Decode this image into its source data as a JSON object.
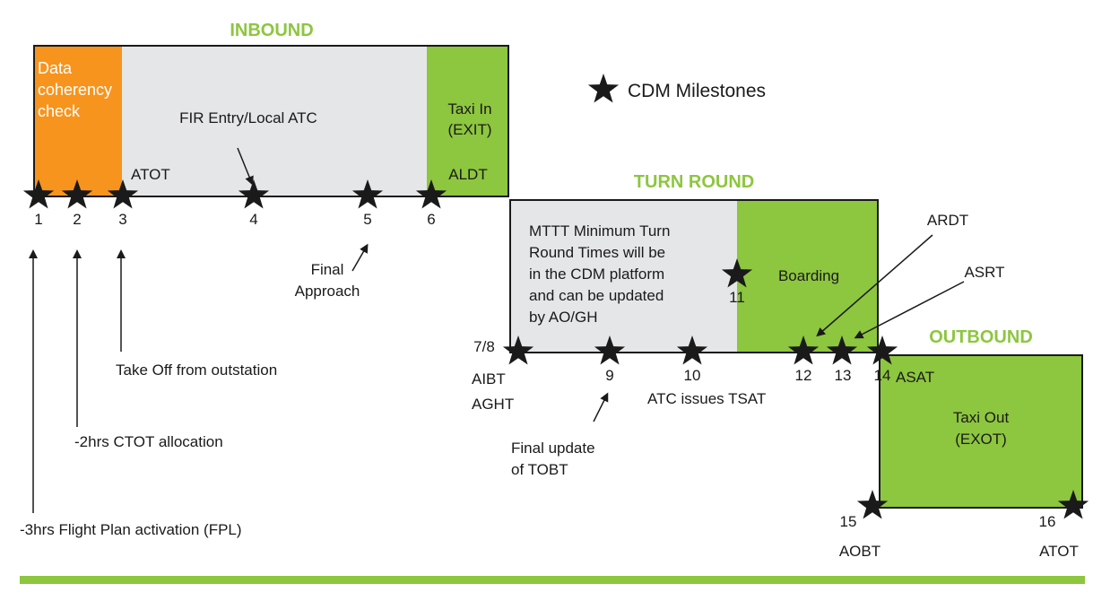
{
  "colors": {
    "green": "#8dc63f",
    "orange": "#f7941d",
    "grey": "#e5e6e8",
    "dark": "#1a1a1a"
  },
  "legend": {
    "icon": "star-icon",
    "label": "CDM Milestones"
  },
  "phases": {
    "inbound": "INBOUND",
    "turn_round": "TURN ROUND",
    "outbound": "OUTBOUND"
  },
  "boxes": {
    "data_coherency": [
      "Data",
      "coherency",
      "check"
    ],
    "taxi_in": [
      "Taxi In",
      "(EXIT)"
    ],
    "mttt": [
      "MTTT Minimum Turn",
      "Round Times will be",
      "in the CDM platform",
      "and can be updated",
      "by AO/GH"
    ],
    "boarding": "Boarding",
    "taxi_out": [
      "Taxi Out",
      "(EXOT)"
    ]
  },
  "milestones": {
    "m1": "1",
    "m2": "2",
    "m3": "3",
    "m4": "4",
    "m5": "5",
    "m6": "6",
    "m7_8": "7/8",
    "m9": "9",
    "m10": "10",
    "m11": "11",
    "m12": "12",
    "m13": "13",
    "m14": "14",
    "m15": "15",
    "m16": "16"
  },
  "labels": {
    "atot_inbound": "ATOT",
    "fir_entry": "FIR Entry/Local ATC",
    "aldt": "ALDT",
    "final_approach": [
      "Final",
      "Approach"
    ],
    "take_off": "Take Off from outstation",
    "ctot": "-2hrs CTOT allocation",
    "fpl": "-3hrs Flight Plan activation (FPL)",
    "aibt": "AIBT",
    "aght": "AGHT",
    "final_update": [
      "Final update",
      "of TOBT"
    ],
    "atc_tsat": "ATC issues TSAT",
    "ardt": "ARDT",
    "asrt": "ASRT",
    "asat": "ASAT",
    "aobt": "AOBT",
    "atot_outbound": "ATOT"
  }
}
